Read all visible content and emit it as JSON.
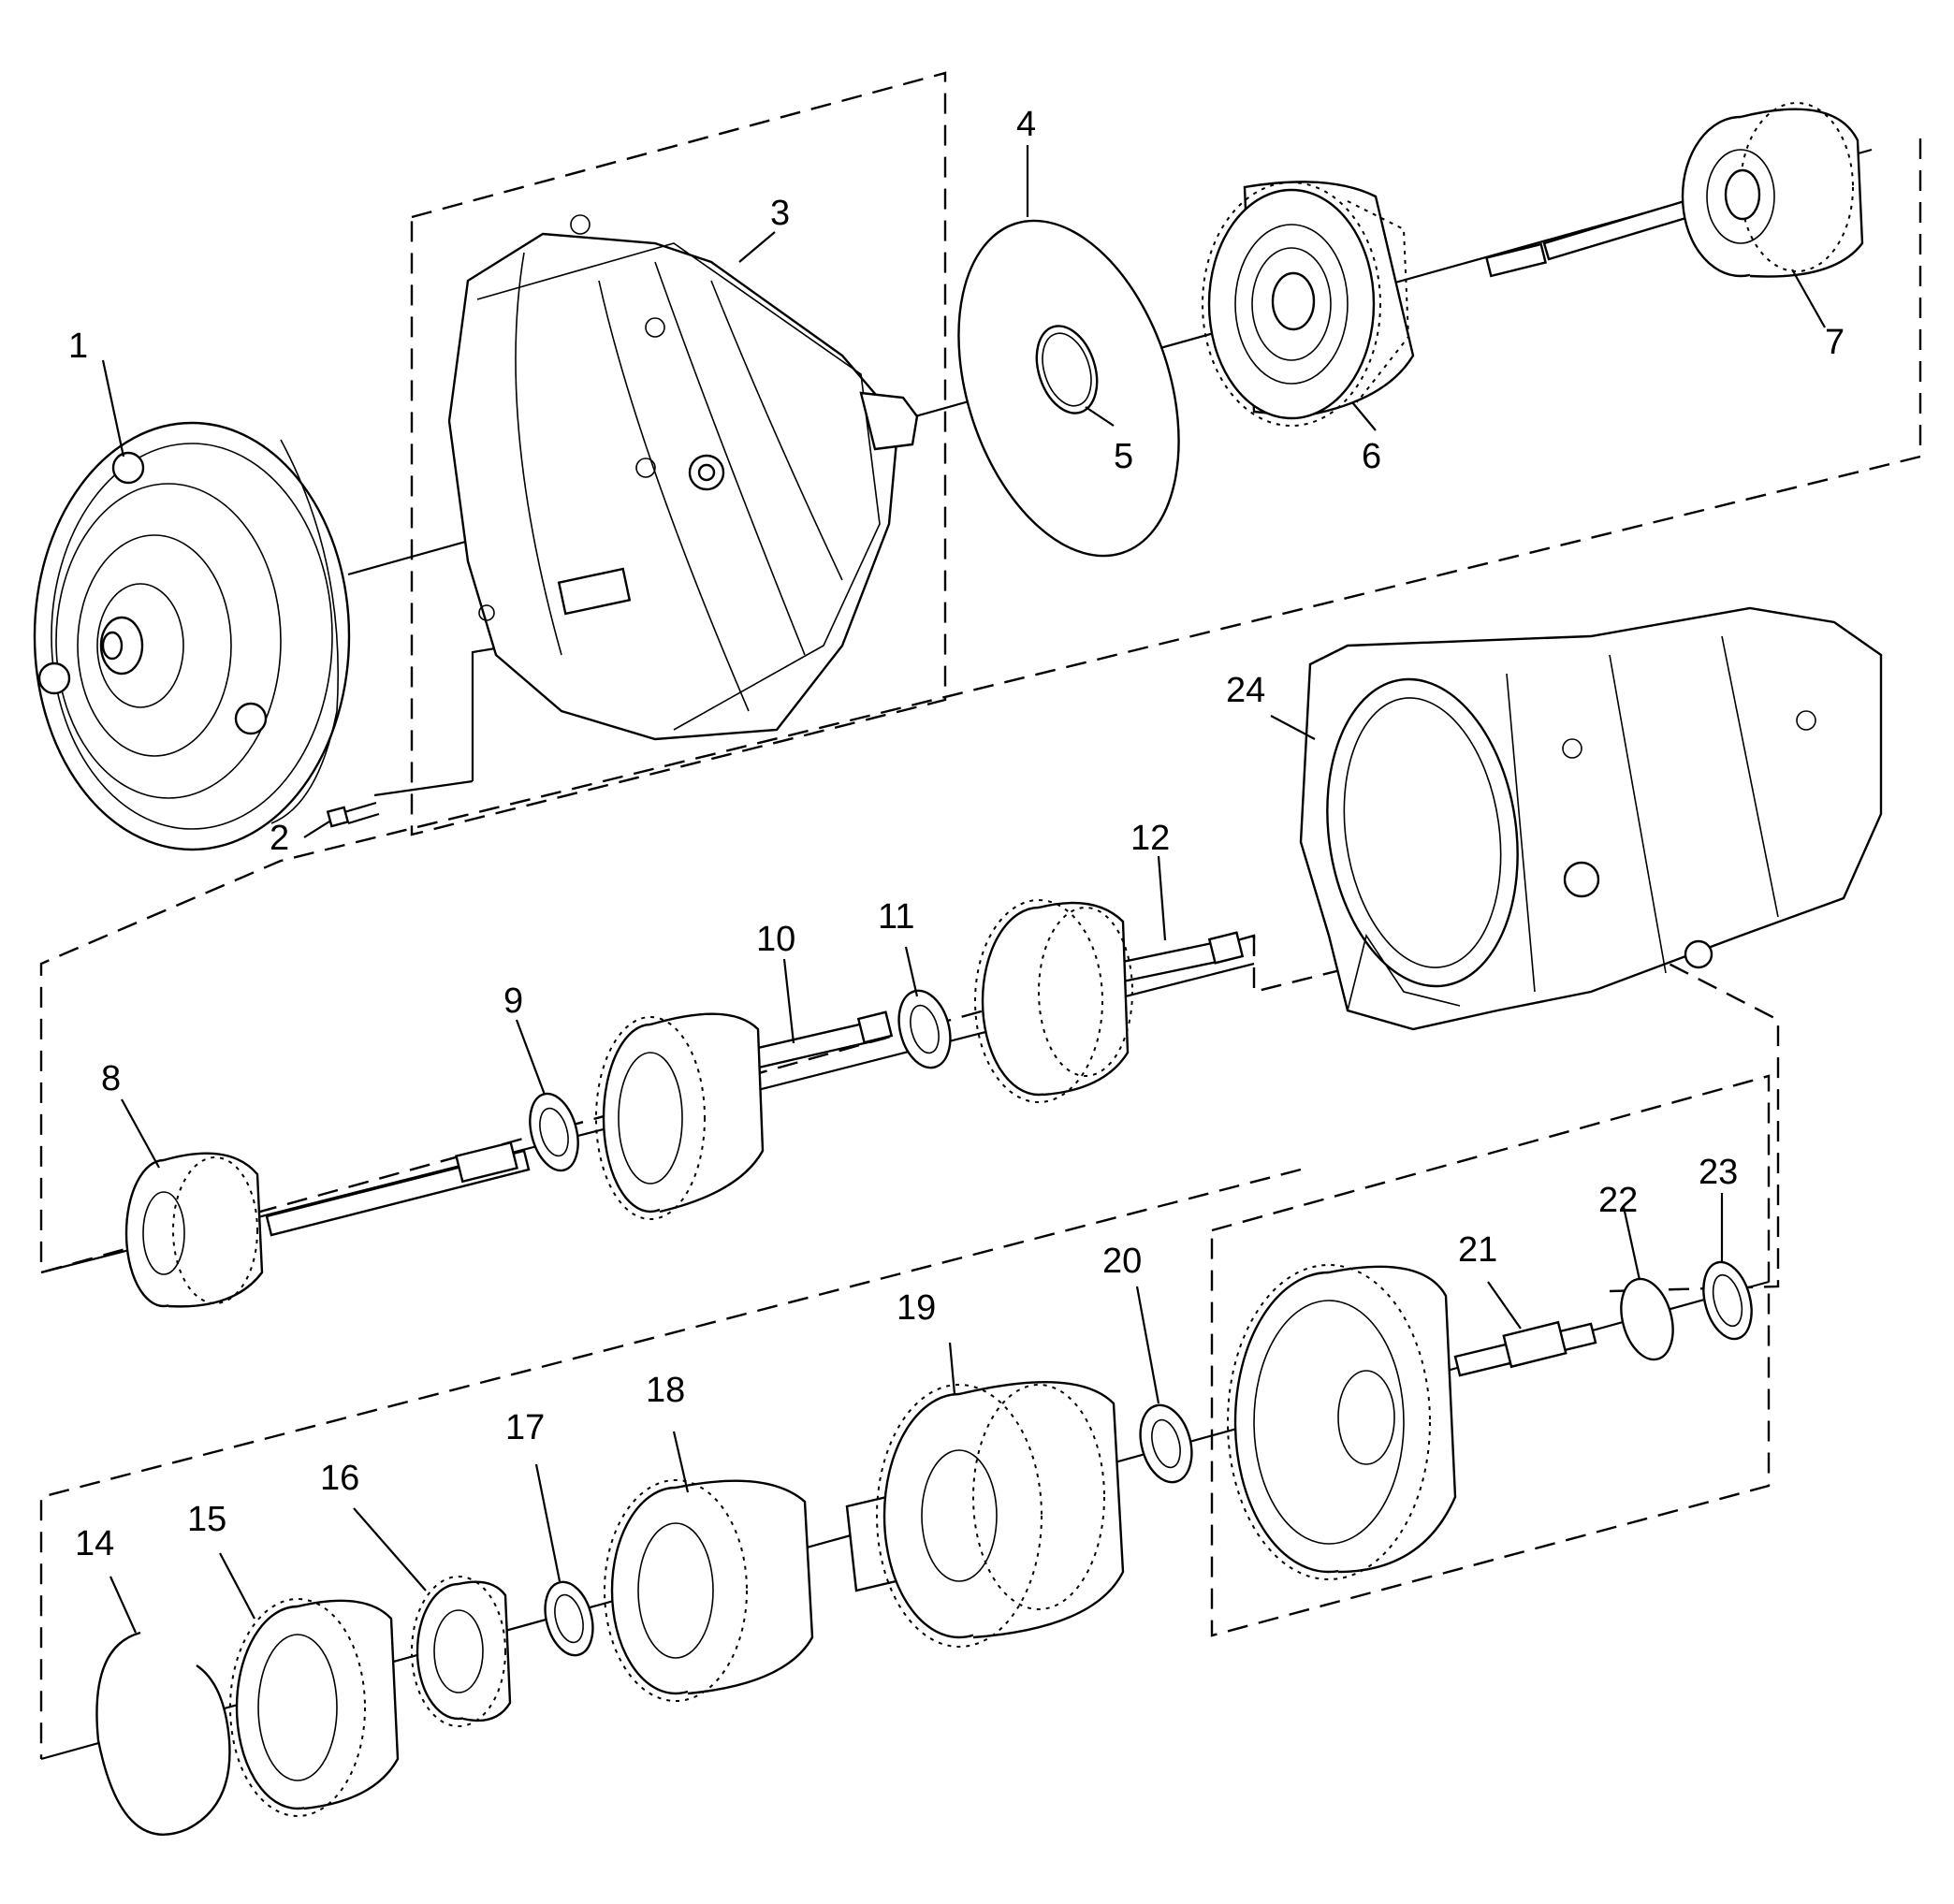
{
  "callouts": [
    {
      "id": "1",
      "text": "1"
    },
    {
      "id": "2",
      "text": "2"
    },
    {
      "id": "3",
      "text": "3"
    },
    {
      "id": "4",
      "text": "4"
    },
    {
      "id": "5",
      "text": "5"
    },
    {
      "id": "6",
      "text": "6"
    },
    {
      "id": "7",
      "text": "7"
    },
    {
      "id": "8",
      "text": "8"
    },
    {
      "id": "9",
      "text": "9"
    },
    {
      "id": "10",
      "text": "10"
    },
    {
      "id": "11",
      "text": "11"
    },
    {
      "id": "12",
      "text": "12"
    },
    {
      "id": "14",
      "text": "14"
    },
    {
      "id": "15",
      "text": "15"
    },
    {
      "id": "16",
      "text": "16"
    },
    {
      "id": "17",
      "text": "17"
    },
    {
      "id": "18",
      "text": "18"
    },
    {
      "id": "19",
      "text": "19"
    },
    {
      "id": "20",
      "text": "20"
    },
    {
      "id": "21",
      "text": "21"
    },
    {
      "id": "22",
      "text": "22"
    },
    {
      "id": "23",
      "text": "23"
    },
    {
      "id": "24",
      "text": "24"
    }
  ]
}
